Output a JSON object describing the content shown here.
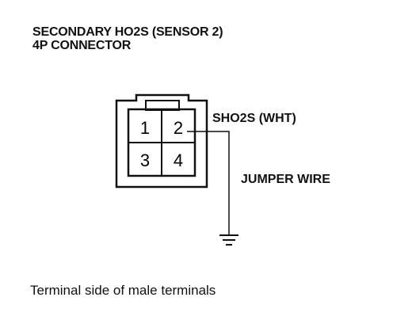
{
  "title": {
    "line1": "SECONDARY HO2S (SENSOR 2)",
    "line2": "4P CONNECTOR"
  },
  "connector": {
    "terminals": [
      "1",
      "2",
      "3",
      "4"
    ]
  },
  "labels": {
    "sho2s": "SHO2S (WHT)",
    "jumper": "JUMPER WIRE"
  },
  "caption": "Terminal side of male terminals",
  "icons": {
    "ground": "ground-symbol-icon"
  }
}
